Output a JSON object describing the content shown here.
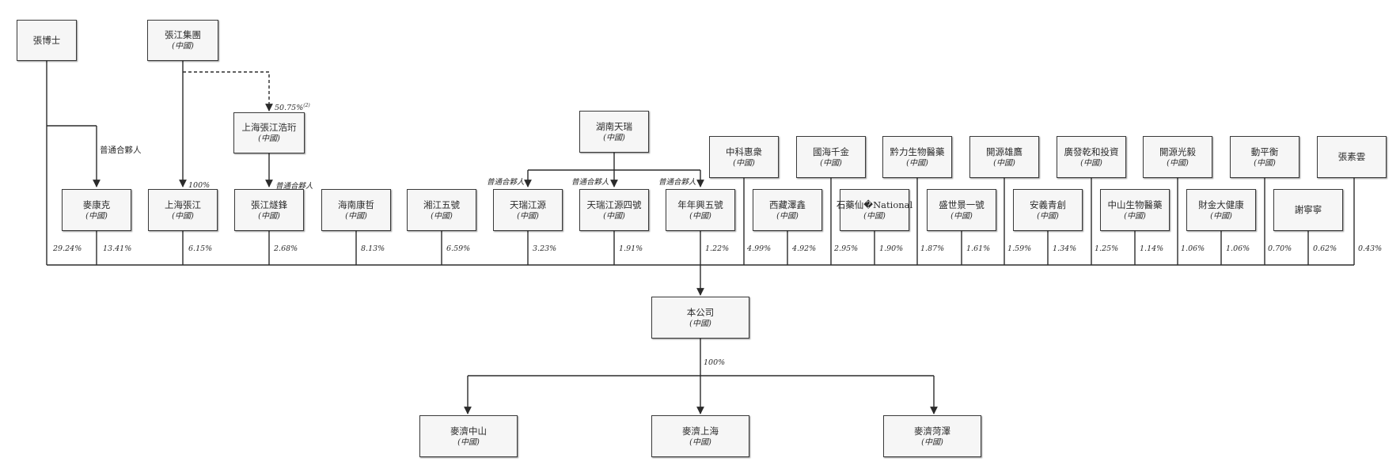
{
  "entities": {
    "dr_zhang": {
      "name": "張博士",
      "country": ""
    },
    "zhangjiang_group": {
      "name": "張江集團",
      "country": "(中國)"
    },
    "shanghai_zhangjiang_haoheng": {
      "name": "上海張江浩珩",
      "country": "(中國)"
    },
    "hunan_tianrui": {
      "name": "湖南天瑞",
      "country": "(中國)"
    },
    "zhongke_huiju": {
      "name": "中科惠衆",
      "country": "(中國)"
    },
    "guohai_qianjin": {
      "name": "國海千金",
      "country": "(中國)"
    },
    "qianli_bio": {
      "name": "黔力生物醫藥",
      "country": "(中國)"
    },
    "kaiyuan_xiongying": {
      "name": "開源雄鷹",
      "country": "(中國)"
    },
    "guangfa_qianhe": {
      "name": "廣發乾和投資",
      "country": "(中國)"
    },
    "kaiyuan_guangyi": {
      "name": "開源光毅",
      "country": "(中國)"
    },
    "dong_pingheng": {
      "name": "動平衡",
      "country": "(中國)"
    },
    "zhang_suyun": {
      "name": "張素雲",
      "country": ""
    },
    "maikangke": {
      "name": "麥康克",
      "country": "(中國)"
    },
    "shanghai_zhangjiang": {
      "name": "上海張江",
      "country": "(中國)"
    },
    "zhangjiang_xiaofeng": {
      "name": "張江燧鋒",
      "country": "(中國)"
    },
    "hainan_kangzhe": {
      "name": "海南康哲",
      "country": "(中國)"
    },
    "xiangjiang_wuhao": {
      "name": "湘江五號",
      "country": "(中國)"
    },
    "tianrui_jiangyuan": {
      "name": "天瑞江源",
      "country": "(中國)"
    },
    "tianrui_jiangyuan_4": {
      "name": "天瑞江源四號",
      "country": "(中國)"
    },
    "niannian_xing_5": {
      "name": "年年興五號",
      "country": "(中國)"
    },
    "xizang_zexin": {
      "name": "西藏澤鑫",
      "country": "(中國)"
    },
    "shiyao_xianlin": {
      "name": "石藥仙�National",
      "country": "(中國)"
    },
    "shengshi_jing_1": {
      "name": "盛世景一號",
      "country": "(中國)"
    },
    "anyi_qingchuang": {
      "name": "安義青創",
      "country": "(中國)"
    },
    "zhongshan_bio": {
      "name": "中山生物醫藥",
      "country": "(中國)"
    },
    "caijin_dajiankang": {
      "name": "財金大健康",
      "country": "(中國)"
    },
    "xie_ningning": {
      "name": "謝寧寧",
      "country": ""
    },
    "company": {
      "name": "本公司",
      "country": "(中國)"
    },
    "maiji_zhongshan": {
      "name": "麥濟中山",
      "country": "(中國)"
    },
    "maiji_shanghai": {
      "name": "麥濟上海",
      "country": "(中國)"
    },
    "maiji_heze": {
      "name": "麥濟菏澤",
      "country": "(中國)"
    }
  },
  "percentages": {
    "dr_zhang": "29.24%",
    "maikangke": "13.41%",
    "shanghai_zhangjiang": "6.15%",
    "zhangjiang_xiaofeng": "2.68%",
    "hainan_kangzhe": "8.13%",
    "xiangjiang_wuhao": "6.59%",
    "tianrui_jiangyuan": "3.23%",
    "tianrui_jiangyuan_4": "1.91%",
    "niannian_xing_5": "1.22%",
    "zhongke_huiju": "4.99%",
    "xizang_zexin": "4.92%",
    "guohai_qianjin": "2.95%",
    "shiyao_xianlin": "1.90%",
    "qianli_bio": "1.87%",
    "shengshi_jing_1": "1.61%",
    "kaiyuan_xiongying": "1.59%",
    "anyi_qingchuang": "1.34%",
    "guangfa_qianhe": "1.25%",
    "zhongshan_bio": "1.14%",
    "kaiyuan_guangyi": "1.06%",
    "caijin_dajiankang": "1.06%",
    "dong_pingheng": "0.70%",
    "xie_ningning": "0.62%",
    "zhang_suyun": "0.43%"
  },
  "edge_labels": {
    "general_partner": "普通合夥人",
    "hundred_pct": "100%",
    "haoheng_stake": "50.75%",
    "haoheng_note": "(2)",
    "company_subsidiaries": "100%"
  }
}
